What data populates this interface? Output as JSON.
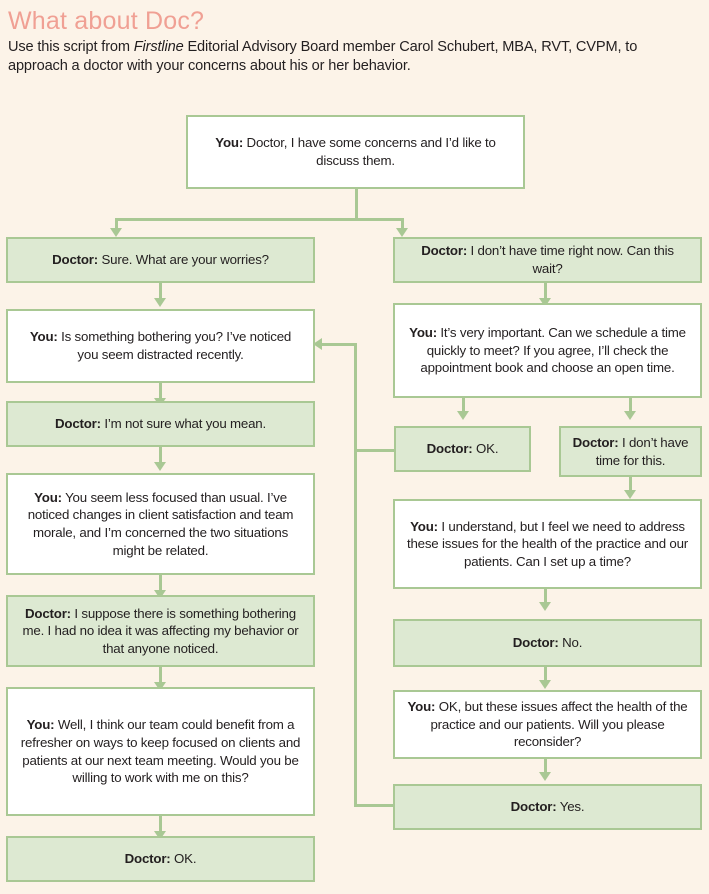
{
  "header": {
    "title": "What about Doc?",
    "subtitle_part1": "Use this script from ",
    "subtitle_italic": "Firstline",
    "subtitle_part2": " Editorial Advisory Board member Carol Schubert, MBA, RVT, CVPM, to approach a doctor with your concerns about his or her behavior."
  },
  "colors": {
    "background": "#fcf3e8",
    "title": "#f0a094",
    "box_border": "#a9c894",
    "box_green_fill": "#dde9d2",
    "box_white_fill": "#ffffff",
    "connector": "#a9c894",
    "text": "#231f20"
  },
  "chart_data": {
    "type": "diagram",
    "title": "What about Doc?",
    "nodes": [
      {
        "id": "n1",
        "speaker": "You:",
        "text": " Doctor, I have some concerns and I’d like to discuss them.",
        "style": "white"
      },
      {
        "id": "n2",
        "speaker": "Doctor:",
        "text": " Sure. What are your worries?",
        "style": "green"
      },
      {
        "id": "n3",
        "speaker": "You:",
        "text": " Is something bothering you? I’ve noticed you seem distracted recently.",
        "style": "white"
      },
      {
        "id": "n4",
        "speaker": "Doctor:",
        "text": " I’m not sure what you mean.",
        "style": "green"
      },
      {
        "id": "n5",
        "speaker": "You:",
        "text": " You seem less focused than usual. I’ve noticed changes in client satisfaction and team morale, and I’m concerned the two situations might be related.",
        "style": "white"
      },
      {
        "id": "n6",
        "speaker": "Doctor:",
        "text": " I suppose there is something bothering me. I had no idea it was affecting my behavior or that anyone noticed.",
        "style": "green"
      },
      {
        "id": "n7",
        "speaker": "You:",
        "text": " Well, I think our team could benefit from a refresher on ways to keep focused on clients and patients at our next team meeting. Would you be willing to work with me on this?",
        "style": "white"
      },
      {
        "id": "n8",
        "speaker": "Doctor:",
        "text": " OK.",
        "style": "green"
      },
      {
        "id": "n9",
        "speaker": "Doctor:",
        "text": " I don’t have time right now. Can this wait?",
        "style": "green"
      },
      {
        "id": "n10",
        "speaker": "You:",
        "text": " It’s very important. Can we schedule a time quickly to meet? If you agree, I’ll check the appointment book and choose an open time.",
        "style": "white"
      },
      {
        "id": "n11",
        "speaker": "Doctor:",
        "text": " OK.",
        "style": "green"
      },
      {
        "id": "n12",
        "speaker": "Doctor:",
        "text": " I don’t have time for this.",
        "style": "green"
      },
      {
        "id": "n13",
        "speaker": "You:",
        "text": " I understand, but I feel we need to address these issues for the health of the practice and our patients. Can I set up a time?",
        "style": "white"
      },
      {
        "id": "n14",
        "speaker": "Doctor:",
        "text": " No.",
        "style": "green"
      },
      {
        "id": "n15",
        "speaker": "You:",
        "text": " OK, but these issues affect the health of the practice and our patients. Will you please reconsider?",
        "style": "white"
      },
      {
        "id": "n16",
        "speaker": "Doctor:",
        "text": " Yes.",
        "style": "green"
      }
    ],
    "edges": [
      {
        "from": "n1",
        "to": "n2"
      },
      {
        "from": "n1",
        "to": "n9"
      },
      {
        "from": "n2",
        "to": "n3"
      },
      {
        "from": "n3",
        "to": "n4"
      },
      {
        "from": "n4",
        "to": "n5"
      },
      {
        "from": "n5",
        "to": "n6"
      },
      {
        "from": "n6",
        "to": "n7"
      },
      {
        "from": "n7",
        "to": "n8"
      },
      {
        "from": "n9",
        "to": "n10"
      },
      {
        "from": "n10",
        "to": "n11"
      },
      {
        "from": "n10",
        "to": "n12"
      },
      {
        "from": "n11",
        "to": "n3"
      },
      {
        "from": "n12",
        "to": "n13"
      },
      {
        "from": "n13",
        "to": "n14"
      },
      {
        "from": "n14",
        "to": "n15"
      },
      {
        "from": "n15",
        "to": "n16"
      },
      {
        "from": "n16",
        "to": "n3"
      }
    ]
  }
}
